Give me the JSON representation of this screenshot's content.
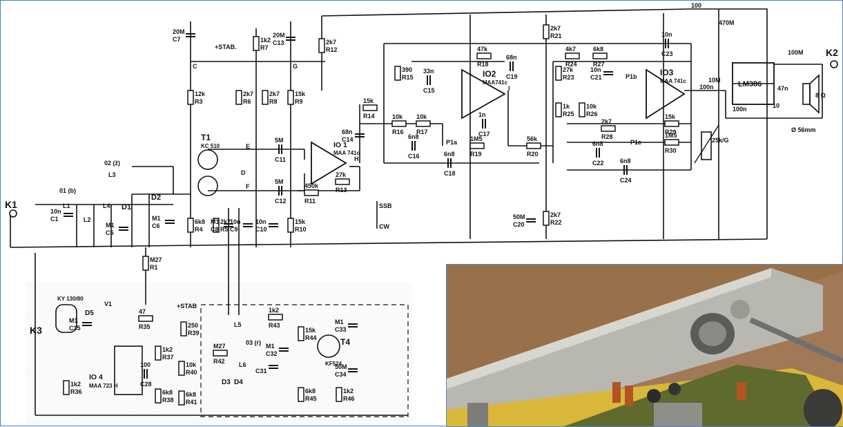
{
  "connectors": {
    "k1": "K1",
    "k2": "K2",
    "k3": "K3"
  },
  "ics": {
    "io1_name": "IO 1",
    "io1_type": "MAA 741c",
    "io2_name": "IO2",
    "io2_type": "MAA741c",
    "io3_name": "IO3",
    "io3_type": "MAA 741c",
    "io4_name": "IO 4",
    "io4_type": "MAA 723 H",
    "lm386": "LM386",
    "t1_name": "T1",
    "t1_type": "KC 510",
    "t4_name": "T4",
    "t4_type": "KF524",
    "ky": "KY 130/80"
  },
  "resistors": [
    {
      "name": "R1",
      "value": "M27"
    },
    {
      "name": "R3",
      "value": "12k"
    },
    {
      "name": "R4",
      "value": "6k8"
    },
    {
      "name": "R5",
      "value": "2k7"
    },
    {
      "name": "R6",
      "value": "2k7"
    },
    {
      "name": "R7",
      "value": "1k2"
    },
    {
      "name": "R8",
      "value": "2k7"
    },
    {
      "name": "R9",
      "value": "15k"
    },
    {
      "name": "R10",
      "value": "15k"
    },
    {
      "name": "R11",
      "value": "450k"
    },
    {
      "name": "R12",
      "value": "2k7"
    },
    {
      "name": "R13",
      "value": "27k"
    },
    {
      "name": "R14",
      "value": "15k"
    },
    {
      "name": "R15",
      "value": "390"
    },
    {
      "name": "R16",
      "value": "10k"
    },
    {
      "name": "R17",
      "value": "10k"
    },
    {
      "name": "R18",
      "value": "47k"
    },
    {
      "name": "R19",
      "value": "1M5"
    },
    {
      "name": "R20",
      "value": "56k"
    },
    {
      "name": "R21",
      "value": "2k7"
    },
    {
      "name": "R22",
      "value": "2k7"
    },
    {
      "name": "R23",
      "value": "27k"
    },
    {
      "name": "R24",
      "value": "4k7"
    },
    {
      "name": "R25",
      "value": "1k"
    },
    {
      "name": "R26",
      "value": "10k"
    },
    {
      "name": "R27",
      "value": "6k8"
    },
    {
      "name": "R28",
      "value": "2k7"
    },
    {
      "name": "R29",
      "value": "15k"
    },
    {
      "name": "R30",
      "value": "1M5"
    },
    {
      "name": "R35",
      "value": "47"
    },
    {
      "name": "R36",
      "value": "1k2"
    },
    {
      "name": "R37",
      "value": "1k2"
    },
    {
      "name": "R38",
      "value": "6k8"
    },
    {
      "name": "R39",
      "value": "250"
    },
    {
      "name": "R40",
      "value": "10k"
    },
    {
      "name": "R41",
      "value": "6k8"
    },
    {
      "name": "R42",
      "value": "M27"
    },
    {
      "name": "R43",
      "value": "1k2"
    },
    {
      "name": "R44",
      "value": "15k"
    },
    {
      "name": "R45",
      "value": "6k8"
    },
    {
      "name": "R46",
      "value": "1k2"
    }
  ],
  "capacitors": [
    {
      "name": "C1",
      "value": "10n"
    },
    {
      "name": "C5",
      "value": "M1"
    },
    {
      "name": "C6",
      "value": "M1"
    },
    {
      "name": "C7",
      "value": "20M"
    },
    {
      "name": "C8",
      "value": "M1"
    },
    {
      "name": "C9",
      "value": "10n"
    },
    {
      "name": "C10",
      "value": "10n"
    },
    {
      "name": "C11",
      "value": "5M"
    },
    {
      "name": "C12",
      "value": "5M"
    },
    {
      "name": "C13",
      "value": "20M"
    },
    {
      "name": "C14",
      "value": "68n"
    },
    {
      "name": "C15",
      "value": "33n"
    },
    {
      "name": "C16",
      "value": "6n8"
    },
    {
      "name": "C17",
      "value": "1n"
    },
    {
      "name": "C18",
      "value": "6n8"
    },
    {
      "name": "C19",
      "value": "68n"
    },
    {
      "name": "C20",
      "value": "50M"
    },
    {
      "name": "C21",
      "value": "10n"
    },
    {
      "name": "C22",
      "value": "6n8"
    },
    {
      "name": "C23",
      "value": "10n"
    },
    {
      "name": "C24",
      "value": "6n8"
    },
    {
      "name": "C28",
      "value": "100"
    },
    {
      "name": "C31",
      "value": ""
    },
    {
      "name": "C32",
      "value": "M1"
    },
    {
      "name": "C33",
      "value": "M1"
    },
    {
      "name": "C34",
      "value": "50M"
    },
    {
      "name": "C35",
      "value": "M1"
    }
  ],
  "misc_labels": {
    "stab": "+STAB.",
    "stab2": "+STAB",
    "ssb": "SSB",
    "cw": "CW",
    "l1": "L1",
    "l2": "L2",
    "l3": "L3",
    "l4": "L4",
    "l5": "L5",
    "l6": "L6",
    "d1": "D1",
    "d2": "D2",
    "d3": "D3",
    "d4": "D4",
    "d5": "D5",
    "o1": "01 (b)",
    "o2": "02 (ž)",
    "o3": "03 (r)",
    "v1": "V1",
    "p1a": "P1a",
    "p1b": "P1b",
    "p1c": "P1c",
    "pot": "25k/G",
    "out_r": "100",
    "out_c1": "470M",
    "out_c2": "10M",
    "out_c3": "100M",
    "out_c4": "47n",
    "out_c5": "100n",
    "out_c6": "100n",
    "out_r10": "10",
    "speaker": "8 Ω",
    "speaker_size": "Ø 56mm",
    "nodes": [
      "C",
      "G",
      "D",
      "E",
      "F",
      "H",
      "I"
    ]
  },
  "photo": {
    "caption": ""
  }
}
